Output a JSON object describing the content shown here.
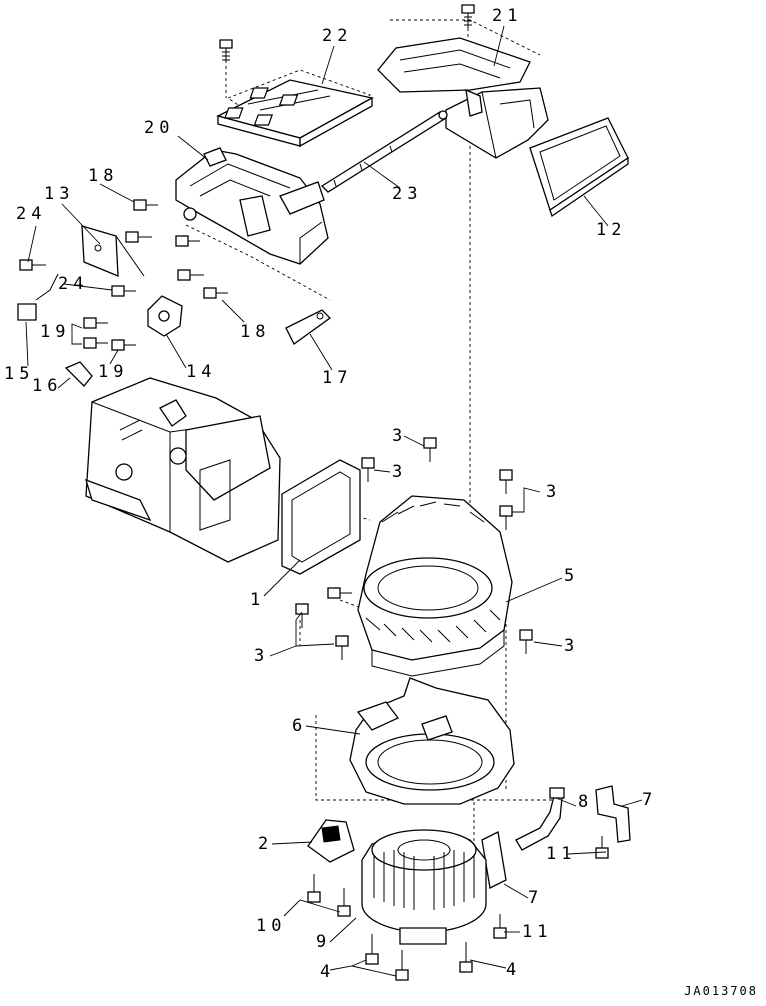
{
  "drawing_code": "JA013708",
  "callouts": [
    {
      "id": "c22",
      "text": "22"
    },
    {
      "id": "c21",
      "text": "21"
    },
    {
      "id": "c20",
      "text": "20"
    },
    {
      "id": "c18a",
      "text": "18"
    },
    {
      "id": "c13",
      "text": "13"
    },
    {
      "id": "c23",
      "text": "23"
    },
    {
      "id": "c24a",
      "text": "24"
    },
    {
      "id": "c12",
      "text": "12"
    },
    {
      "id": "c24b",
      "text": "24"
    },
    {
      "id": "c18b",
      "text": "18"
    },
    {
      "id": "c19a",
      "text": "19"
    },
    {
      "id": "c19b",
      "text": "19"
    },
    {
      "id": "c15",
      "text": "15"
    },
    {
      "id": "c14",
      "text": "14"
    },
    {
      "id": "c17",
      "text": "17"
    },
    {
      "id": "c16",
      "text": "16"
    },
    {
      "id": "c3a",
      "text": "3"
    },
    {
      "id": "c3b",
      "text": "3"
    },
    {
      "id": "c3c",
      "text": "3"
    },
    {
      "id": "c5",
      "text": "5"
    },
    {
      "id": "c1",
      "text": "1"
    },
    {
      "id": "c3d",
      "text": "3"
    },
    {
      "id": "c3e",
      "text": "3"
    },
    {
      "id": "c6",
      "text": "6"
    },
    {
      "id": "c8",
      "text": "8"
    },
    {
      "id": "c7a",
      "text": "7"
    },
    {
      "id": "c2",
      "text": "2"
    },
    {
      "id": "c11a",
      "text": "11"
    },
    {
      "id": "c7b",
      "text": "7"
    },
    {
      "id": "c10",
      "text": "10"
    },
    {
      "id": "c11b",
      "text": "11"
    },
    {
      "id": "c9",
      "text": "9"
    },
    {
      "id": "c4a",
      "text": "4"
    },
    {
      "id": "c4b",
      "text": "4"
    }
  ]
}
